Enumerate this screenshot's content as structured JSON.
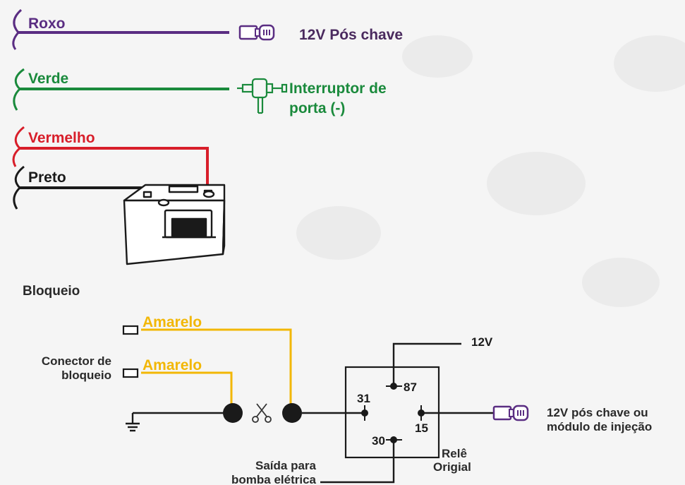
{
  "colors": {
    "purple": "#5a2d82",
    "green": "#1a8a3c",
    "red": "#d81e2a",
    "black": "#1a1a1a",
    "yellow": "#f2b705",
    "label_dark": "#4a2a5e",
    "background": "#f5f5f5"
  },
  "wires": {
    "roxo": {
      "label": "Roxo",
      "target_label": "12V  Pós chave",
      "target_icon": "connector-plug-icon"
    },
    "verde": {
      "label": "Verde",
      "target_label_line1": "Interruptor de",
      "target_label_line2": "porta (-)",
      "target_icon": "door-switch-icon"
    },
    "vermelho": {
      "label": "Vermelho"
    },
    "preto": {
      "label": "Preto"
    },
    "battery_icon": "car-battery-icon"
  },
  "bloqueio": {
    "title": "Bloqueio",
    "amarelo_1": "Amarelo",
    "amarelo_2": "Amarelo",
    "connector_label_line1": "Conector de",
    "connector_label_line2": "bloqueio",
    "ground_icon": "ground-icon",
    "cut_icon": "scissors-icon",
    "supply_label": "12V",
    "relay": {
      "pin_87": "87",
      "pin_31": "31",
      "pin_15": "15",
      "pin_30": "30",
      "label_line1": "Relê",
      "label_line2": "Origial"
    },
    "right_label_line1": "12V pós chave ou",
    "right_label_line2": "módulo de injeção",
    "right_icon": "connector-plug-icon",
    "output_label_line1": "Saída para",
    "output_label_line2": "bomba elétrica"
  }
}
